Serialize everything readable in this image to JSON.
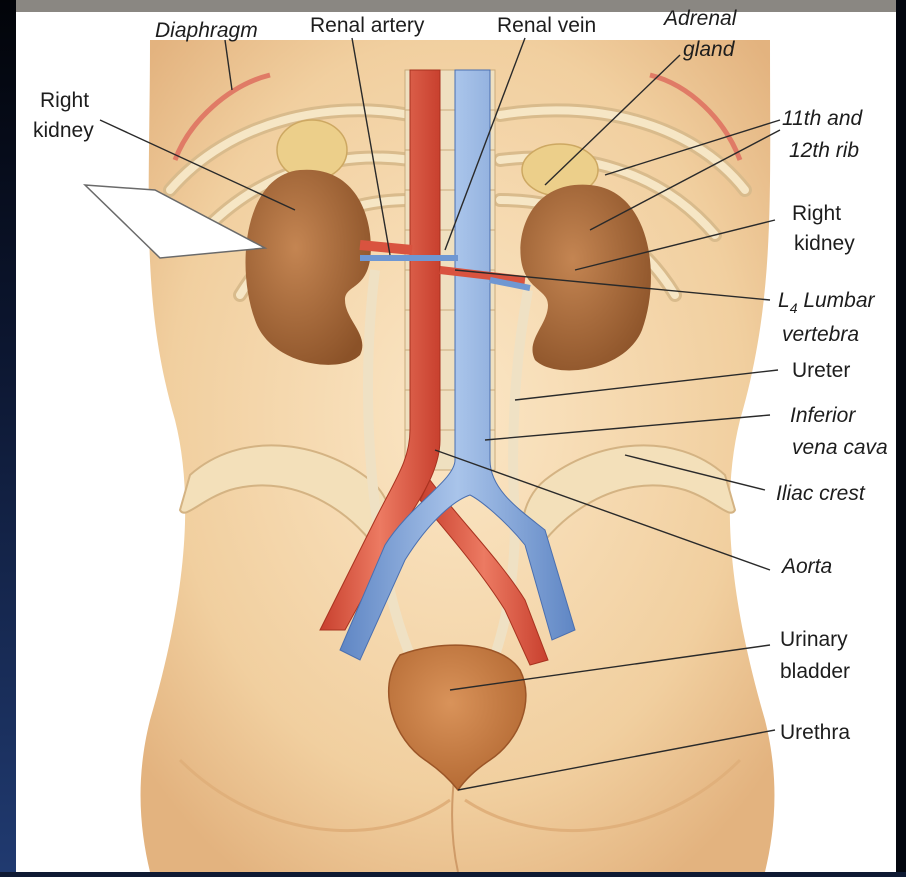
{
  "labels": {
    "diaphragm": "Diaphragm",
    "renal_artery": "Renal artery",
    "renal_vein": "Renal vein",
    "adrenal_gland_1": "Adrenal",
    "adrenal_gland_2": "gland",
    "right_kidney_left_1": "Right",
    "right_kidney_left_2": "kidney",
    "rib_1": "11th and",
    "rib_2": "12th rib",
    "right_kidney_right_1": "Right",
    "right_kidney_right_2": "kidney",
    "lumbar_L": "L",
    "lumbar_sub": "4",
    "lumbar_1": " Lumbar",
    "lumbar_2": "vertebra",
    "ureter": "Ureter",
    "ivc_1": "Inferior",
    "ivc_2": "vena cava",
    "iliac_crest": "Iliac crest",
    "aorta": "Aorta",
    "bladder_1": "Urinary",
    "bladder_2": "bladder",
    "urethra": "Urethra"
  },
  "colors": {
    "skin": "#f3d2a4",
    "skin_shadow": "#e6b987",
    "kidney": "#a86a3a",
    "artery": "#d9533f",
    "vein": "#7fa3d6",
    "bone": "#f4e2bd",
    "bladder": "#c47a44",
    "adrenal": "#efd08a",
    "border": "#0f1a33"
  }
}
